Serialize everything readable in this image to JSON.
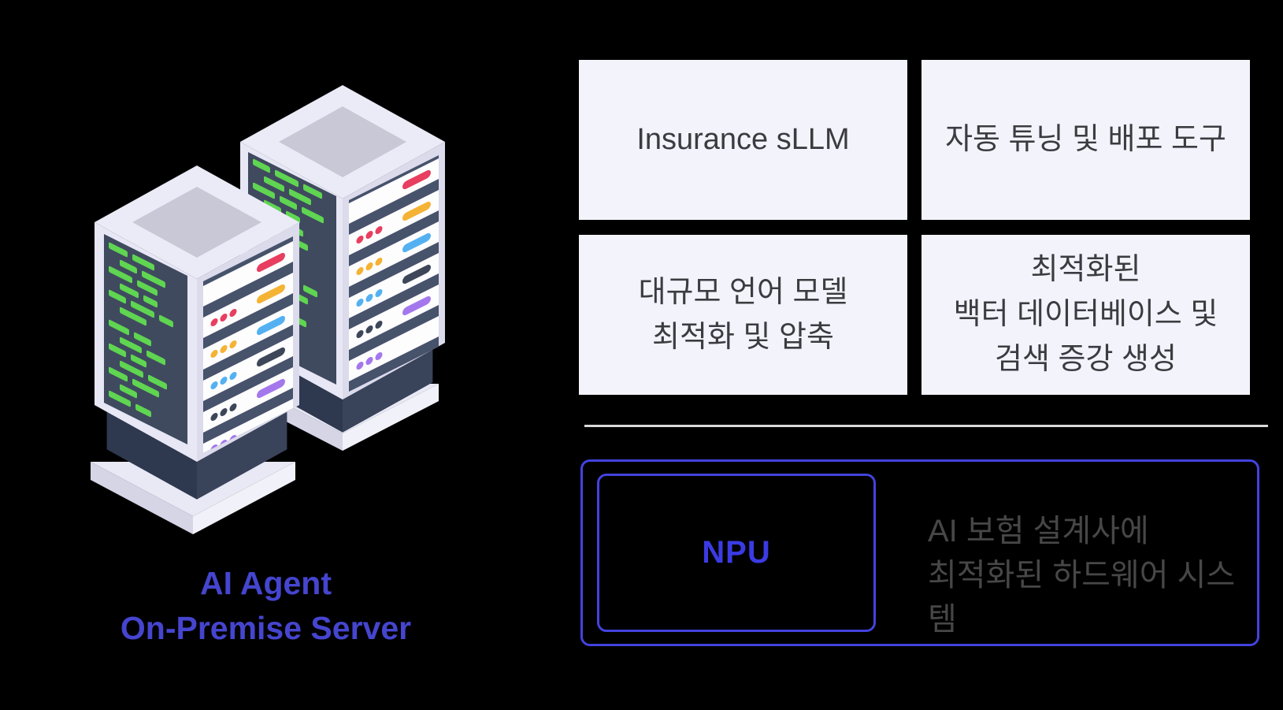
{
  "illustration": {
    "icon": "isometric-server-racks",
    "caption": {
      "line1": "AI Agent",
      "line2": "On-Premise Server"
    }
  },
  "feature_boxes": [
    {
      "id": "insurance-sllm",
      "lines": [
        "Insurance sLLM"
      ]
    },
    {
      "id": "auto-tuning-deploy",
      "lines": [
        "자동 튜닝 및 배포 도구"
      ]
    },
    {
      "id": "llm-optimization",
      "lines": [
        "대규모 언어 모델",
        "최적화 및 압축"
      ]
    },
    {
      "id": "vector-db-rag",
      "lines": [
        "최적화된",
        "백터 데이터베이스 및",
        "검색 증강 생성"
      ]
    }
  ],
  "hardware_section": {
    "chip_label": "NPU",
    "description": {
      "line1": "AI 보험 설계사에",
      "line2": "최적화된 하드웨어 시스템"
    }
  },
  "colors": {
    "background": "#000000",
    "box_fill": "#f3f3fc",
    "box_text": "#3b3b40",
    "divider_gray": "#d9d9d9",
    "accent_blue_border": "#4343de",
    "npu_blue": "#3b3be4",
    "caption_blue": "#4545cf",
    "description_gray": "#474747",
    "server_panel_dark": "#3f4a5f",
    "server_code_green": "#5fd551",
    "led_red": "#e83e5f",
    "led_yellow": "#f5b335",
    "led_blue": "#54b1f1",
    "led_dark": "#3d4759",
    "led_purple": "#a478ec"
  }
}
